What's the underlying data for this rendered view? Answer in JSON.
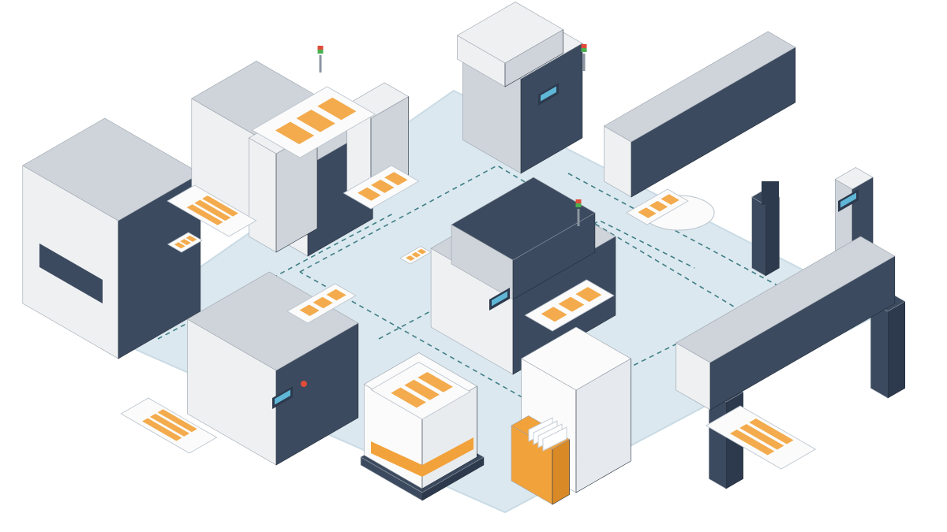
{
  "scene": {
    "colors": {
      "background": "#ffffff",
      "floor": "#dce8ef",
      "floor_edge": "#c9dbe5",
      "dash": "#3f7f86",
      "machine_light": "#eef0f2",
      "machine_mid": "#cfd4da",
      "machine_dark": "#3c4a5f",
      "machine_darker": "#2d3a4d",
      "accent_orange": "#f2a23a",
      "paper": "#fbfbfb",
      "screen": "#5fb6d6",
      "status_red": "#e04b3a",
      "status_green": "#4caf50"
    },
    "items": [
      {
        "name": "production-printer-left",
        "icon": "printer-icon"
      },
      {
        "name": "large-format-printer-top-left",
        "icon": "printer-icon"
      },
      {
        "name": "office-printer-top-center",
        "icon": "printer-icon"
      },
      {
        "name": "roll-printer-top-right",
        "icon": "wide-format-printer-icon"
      },
      {
        "name": "control-kiosk",
        "icon": "kiosk-icon"
      },
      {
        "name": "central-printer",
        "icon": "printer-icon"
      },
      {
        "name": "desktop-printer-bottom-left",
        "icon": "printer-icon"
      },
      {
        "name": "paper-stack-bound",
        "icon": "paper-stack-icon"
      },
      {
        "name": "paper-stack-with-folder",
        "icon": "folder-icon"
      },
      {
        "name": "plotter-bottom-right",
        "icon": "plotter-icon"
      }
    ]
  }
}
